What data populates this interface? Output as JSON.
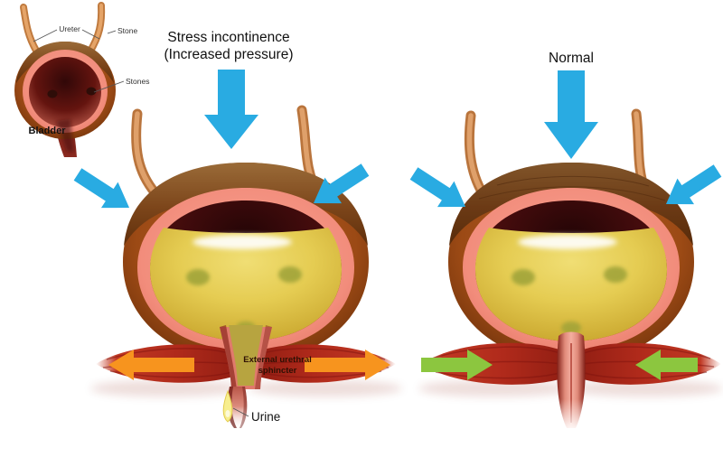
{
  "figure": {
    "description": "Medical illustration comparing a bladder with stress incontinence (increased pressure, open external urethral sphincter, urine leaking) to a normal bladder (closed sphincter)."
  },
  "colors": {
    "arrow_blue": "#29ABE2",
    "arrow_orange": "#F7941E",
    "arrow_green": "#8CC63F",
    "muscle_red": "#B02A1B",
    "bladder_wall_brown": "#9C4A15",
    "bladder_inner_pink": "#F28D7C",
    "bladder_interior_dark": "#3A0B09",
    "urine_yellow": "#E5CC52",
    "text_dark": "#111111"
  },
  "inset": {
    "labels": {
      "ureter": "Ureter",
      "stone": "Stone",
      "stones": "Stones",
      "bladder": "Bladder"
    }
  },
  "stress_panel": {
    "title_line1": "Stress incontinence",
    "title_line2": "(Increased pressure)",
    "sphincter_label_line1": "External urethral",
    "sphincter_label_line2": "sphincter",
    "urine_label": "Urine"
  },
  "normal_panel": {
    "title": "Normal"
  }
}
